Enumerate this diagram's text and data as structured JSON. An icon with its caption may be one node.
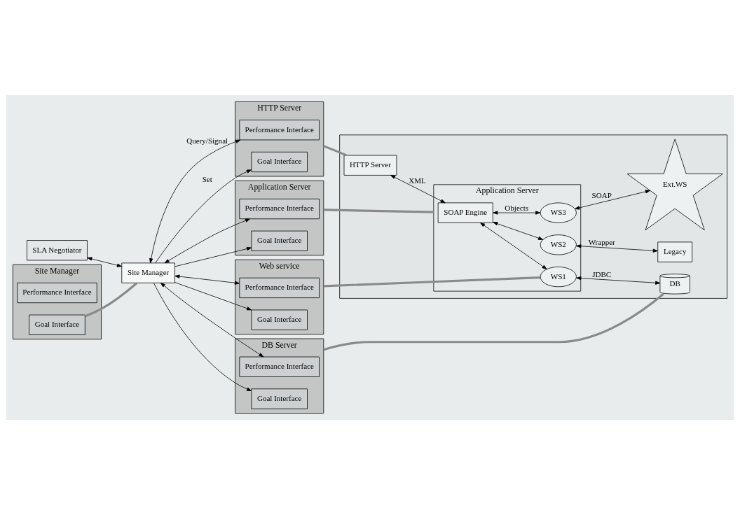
{
  "diagram": {
    "nodes": [
      {
        "text": [
          "SLA Negotiator"
        ]
      },
      {
        "text": [
          "Site Manager"
        ]
      },
      {
        "text": [
          "Performance Interface"
        ],
        "in": 1
      },
      {
        "text": [
          "Goal Interface"
        ],
        "in": 1
      },
      {
        "text": [
          "Site Manager"
        ]
      },
      {
        "text": [
          "HTTP Server"
        ]
      },
      {
        "text": [
          "Performance Interface"
        ],
        "in": 5
      },
      {
        "text": [
          "Goal Interface"
        ],
        "in": 5
      },
      {
        "text": [
          "Application Server"
        ]
      },
      {
        "text": [
          "Performance Interface"
        ],
        "in": 8
      },
      {
        "text": [
          "Goal Interface"
        ],
        "in": 8
      },
      {
        "text": [
          "Web service"
        ]
      },
      {
        "text": [
          "Performance Interface"
        ],
        "in": 11
      },
      {
        "text": [
          "Goal Interface"
        ],
        "in": 11
      },
      {
        "text": [
          "DB Server"
        ]
      },
      {
        "text": [
          "Performance Interface"
        ],
        "in": 14
      },
      {
        "text": [
          "Goal Interface"
        ],
        "in": 14
      },
      {
        "text": [],
        "shape": "box"
      },
      {
        "text": [
          "HTTP Server"
        ],
        "in": 17
      },
      {
        "text": [
          "Application Server"
        ],
        "in": 17
      },
      {
        "text": [
          "SOAP Engine"
        ],
        "in": 19
      },
      {
        "text": [
          "WS1"
        ],
        "in": 19
      },
      {
        "text": [
          "WS2"
        ],
        "in": 19
      },
      {
        "text": [
          "WS3"
        ],
        "in": 19
      },
      {
        "text": [
          "DB"
        ],
        "in": 17
      },
      {
        "text": [
          "Legacy"
        ],
        "in": 17
      },
      {
        "text": [
          "Ext.WS"
        ],
        "in": 17
      }
    ],
    "edges": [
      {
        "from": 0,
        "to": 4,
        "arrow": "both"
      },
      {
        "from": 3,
        "to": 4,
        "arrow": "none",
        "style": "thick",
        "color": "#8a8a8a"
      },
      {
        "from": 4,
        "to": 6,
        "arrow": "both",
        "label": "Query/Signal"
      },
      {
        "from": 4,
        "to": 9,
        "arrow": "both"
      },
      {
        "from": 4,
        "to": 12,
        "arrow": "both"
      },
      {
        "from": 4,
        "to": 15,
        "arrow": "both"
      },
      {
        "from": 4,
        "to": 7,
        "arrow": "to",
        "label": "Set"
      },
      {
        "from": 4,
        "to": 10,
        "arrow": "to"
      },
      {
        "from": 4,
        "to": 13,
        "arrow": "to"
      },
      {
        "from": 4,
        "to": 16,
        "arrow": "to"
      },
      {
        "from": 5,
        "to": 18,
        "arrow": "none",
        "style": "thick",
        "color": "#8a8a8a"
      },
      {
        "from": 8,
        "to": 19,
        "arrow": "none",
        "style": "thick",
        "color": "#8a8a8a"
      },
      {
        "from": 11,
        "to": 21,
        "arrow": "none",
        "style": "thick",
        "color": "#8a8a8a"
      },
      {
        "from": 14,
        "to": 24,
        "arrow": "none",
        "style": "thick",
        "color": "#8a8a8a"
      },
      {
        "from": 18,
        "to": 20,
        "arrow": "both",
        "label": "XML"
      },
      {
        "from": 20,
        "to": 21,
        "arrow": "both"
      },
      {
        "from": 20,
        "to": 22,
        "arrow": "both"
      },
      {
        "from": 20,
        "to": 23,
        "arrow": "both",
        "label": "Objects"
      },
      {
        "from": 21,
        "to": 24,
        "arrow": "both",
        "label": "JDBC"
      },
      {
        "from": 22,
        "to": 25,
        "arrow": "both",
        "label": "Wrapper"
      },
      {
        "from": 23,
        "to": 26,
        "arrow": "both",
        "label": "SOAP"
      }
    ]
  }
}
